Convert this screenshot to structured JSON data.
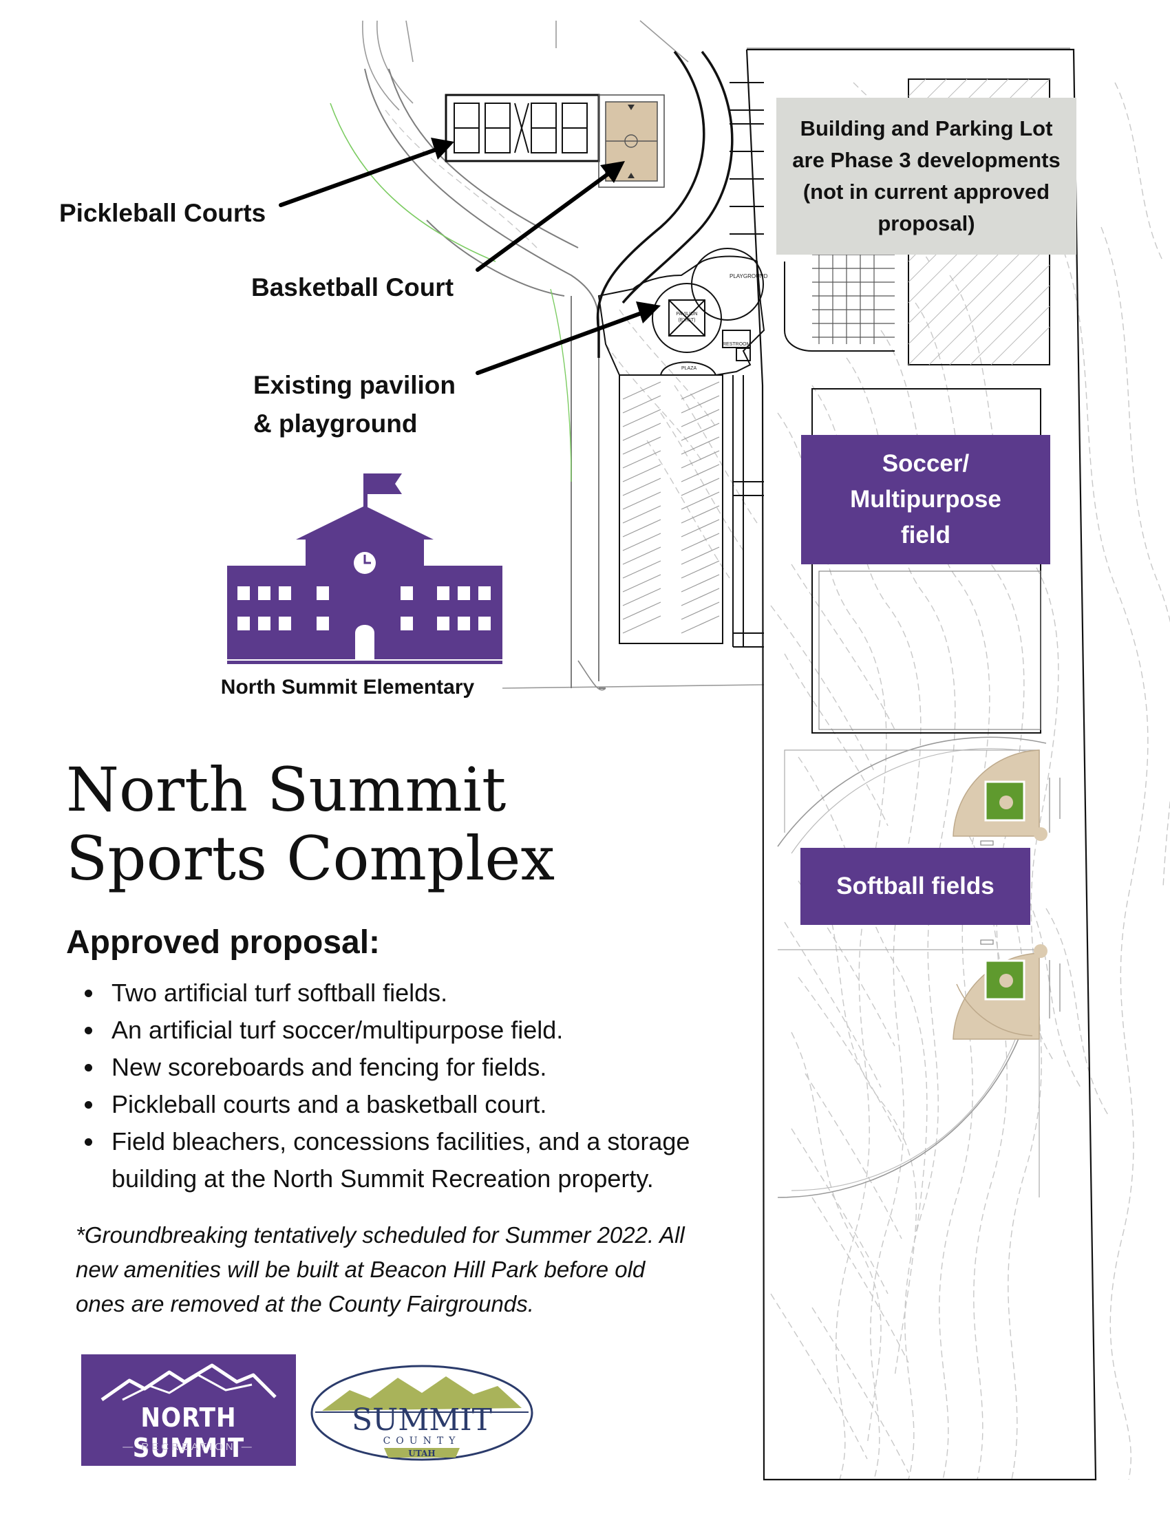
{
  "map": {
    "callouts": {
      "pickleball": "Pickleball Courts",
      "basketball": "Basketball Court",
      "pavilion_line1": "Existing pavilion",
      "pavilion_line2": "& playground"
    },
    "phase3_note": {
      "line1": "Building and Parking Lot",
      "line2": "are Phase 3 developments",
      "line3": "(not in current approved",
      "line4": "proposal)"
    },
    "soccer_label": {
      "line1": "Soccer/",
      "line2": "Multipurpose",
      "line3": "field"
    },
    "softball_label": "Softball fields",
    "plan_labels": {
      "playground": "PLAYGROUND",
      "pavilion_line1": "PAVILION",
      "pavilion_line2": "(EXIST)",
      "restroom": "RESTROOM",
      "plaza": "PLAZA"
    },
    "school_caption": "North Summit Elementary"
  },
  "title": {
    "line1": "North Summit",
    "line2": "Sports Complex"
  },
  "proposal": {
    "heading": "Approved proposal:",
    "items": [
      "Two artificial turf softball fields.",
      "An artificial turf soccer/multipurpose field.",
      "New scoreboards and fencing for fields.",
      "Pickleball courts and a basketball court.",
      "Field bleachers, concessions facilities, and a storage building at the North Summit Recreation property."
    ],
    "footnote": "*Groundbreaking tentatively scheduled for Summer 2022. All new amenities will be built at Beacon Hill Park before old ones are removed at the County Fairgrounds."
  },
  "logos": {
    "recreation_name": "NORTH SUMMIT",
    "recreation_sub": "RECREATION",
    "county_name": "SUMMIT",
    "county_word": "COUNTY",
    "county_state": "UTAH"
  },
  "colors": {
    "brand_purple": "#5b3a8c",
    "note_grey": "#d9dad6",
    "turf_green": "#5f9a2e",
    "infield_tan": "#dccbb0",
    "court_tan": "#d8c5a8",
    "contour_grey": "#bfbfbf"
  }
}
